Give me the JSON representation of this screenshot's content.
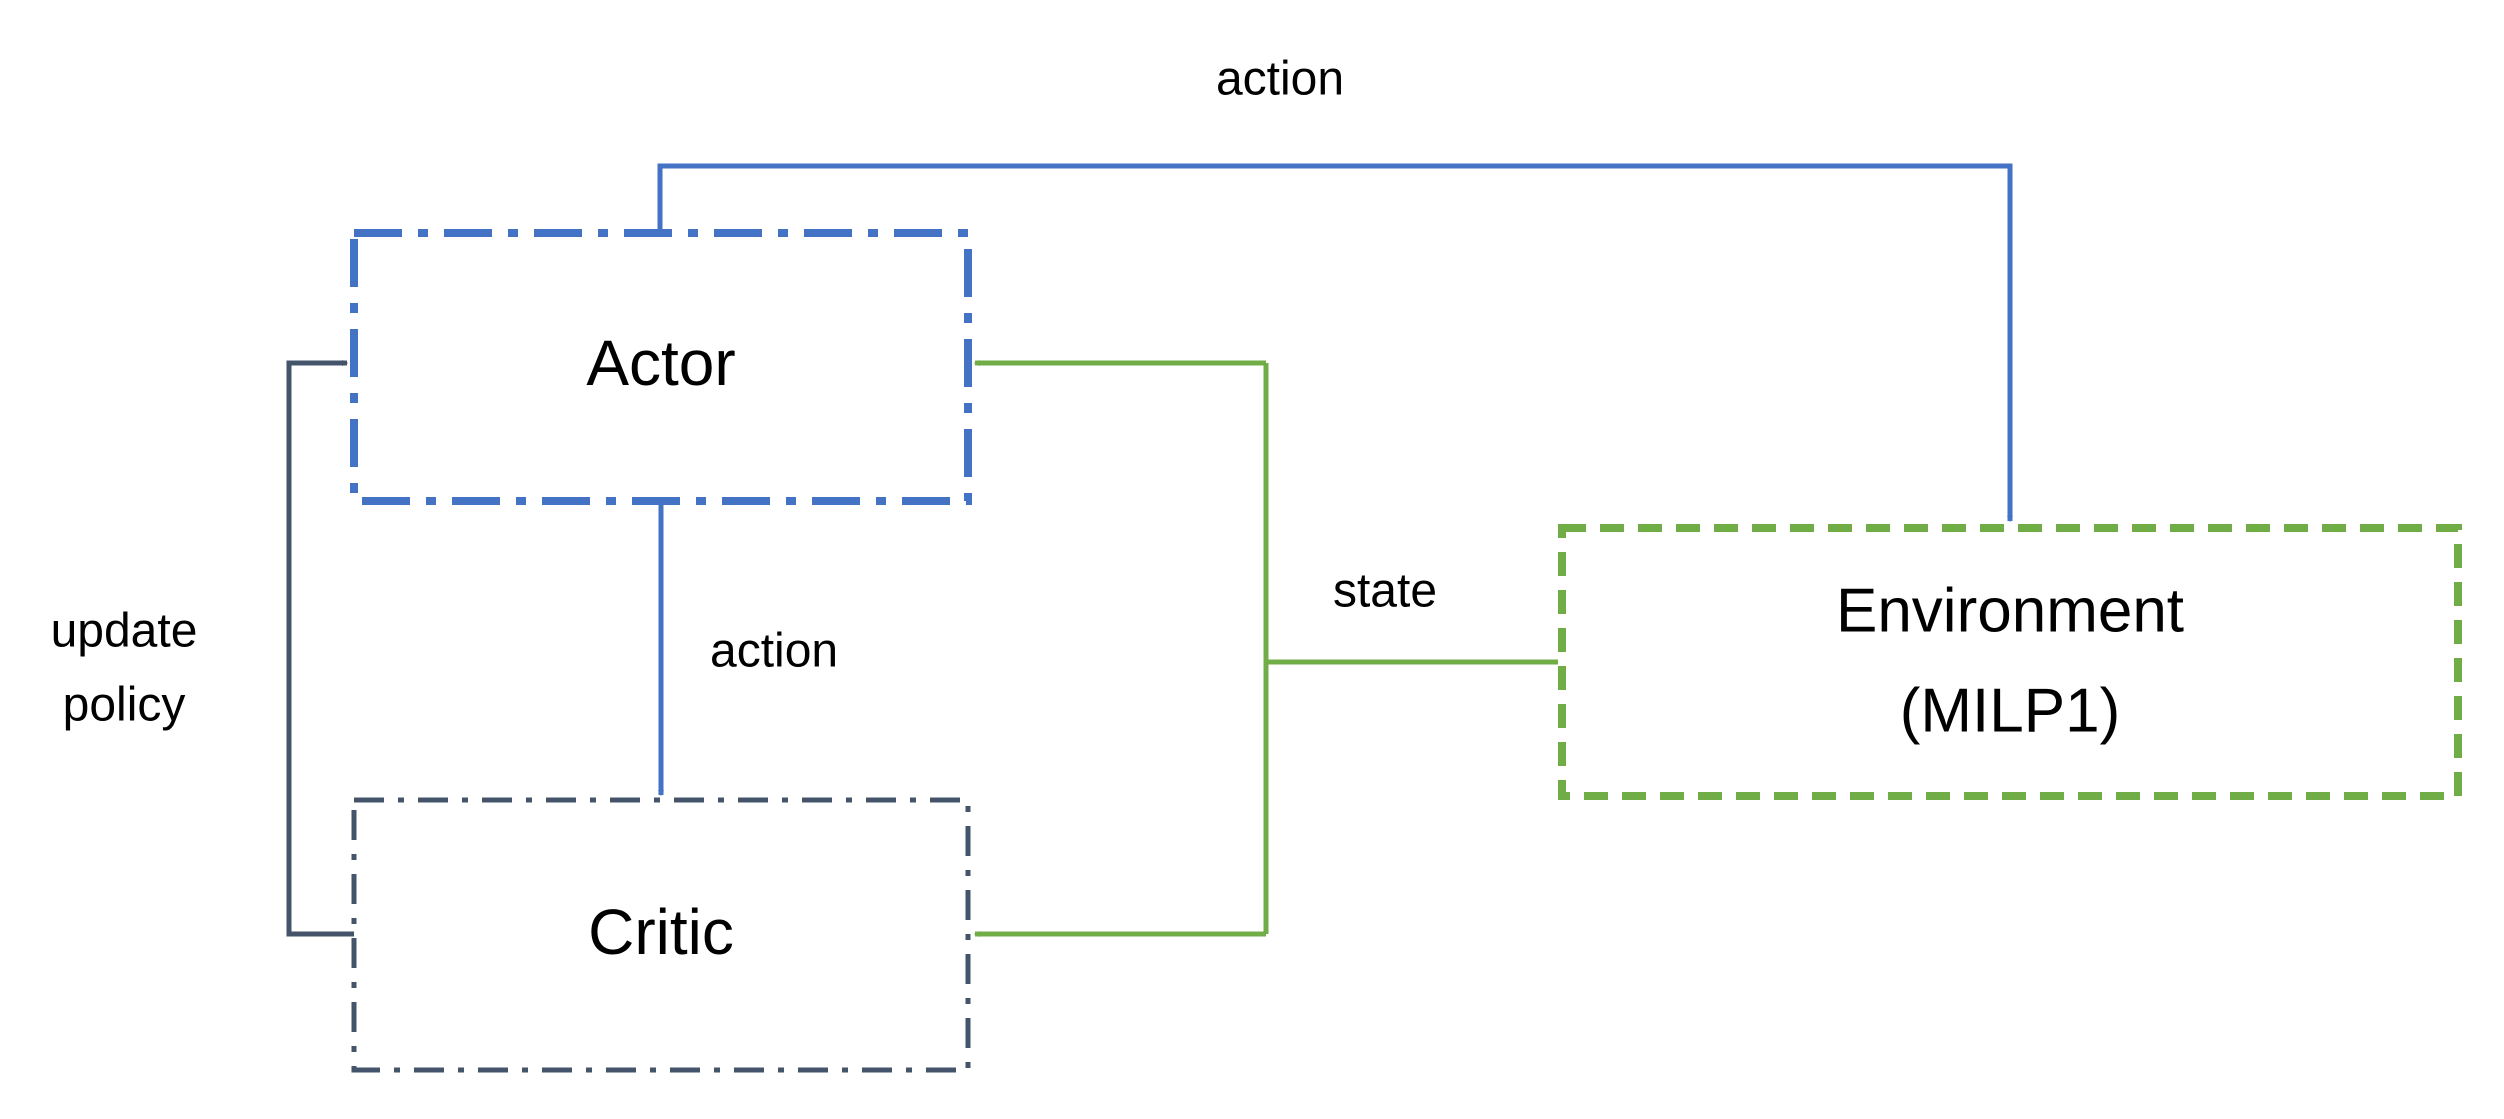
{
  "colors": {
    "actor_blue": "#4472C4",
    "env_green": "#70AD47",
    "critic_gray": "#44546A",
    "policy_dark": "#44546A",
    "text": "#000000",
    "background": "#ffffff"
  },
  "nodes": {
    "actor": {
      "label": "Actor"
    },
    "critic": {
      "label": "Critic"
    },
    "environment": {
      "label_line1": "Environment",
      "label_line2": "(MILP1)"
    }
  },
  "edges": {
    "actor_to_environment": {
      "label": "action"
    },
    "actor_to_critic": {
      "label": "action"
    },
    "environment_state": {
      "label": "state"
    },
    "critic_update_policy": {
      "label_line1": "update",
      "label_line2": "policy"
    }
  }
}
